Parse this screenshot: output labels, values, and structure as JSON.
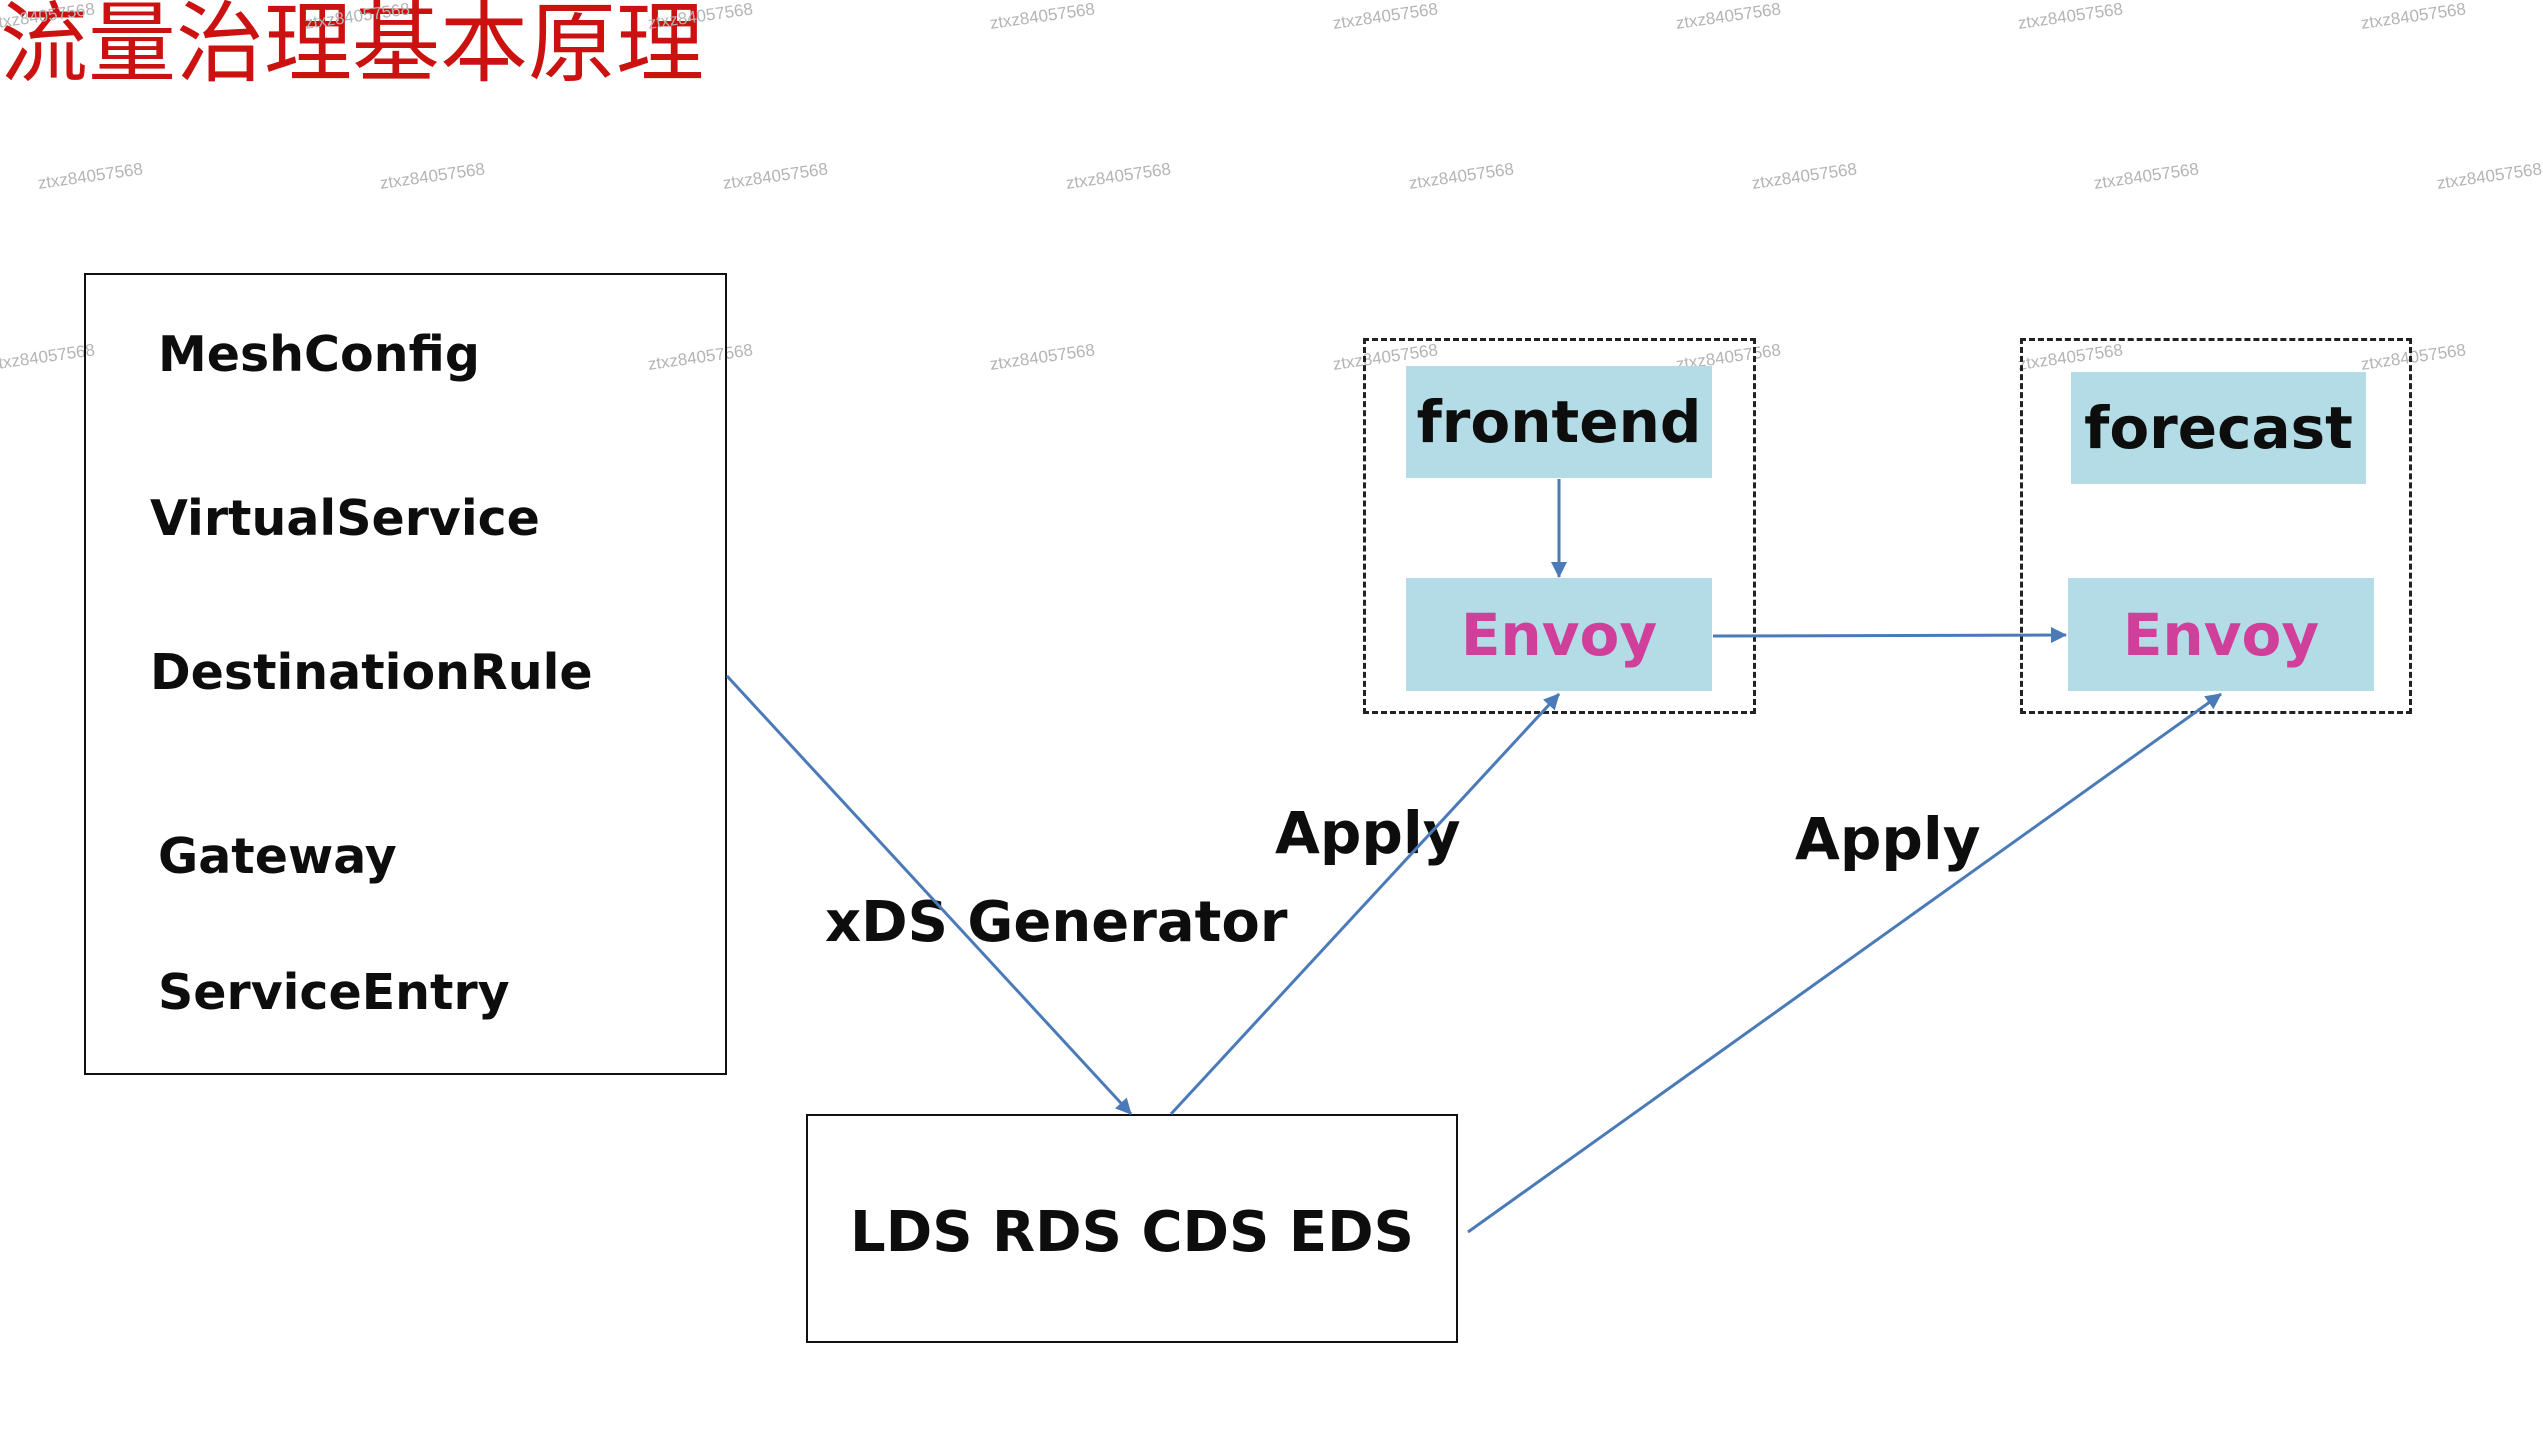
{
  "title": "流量治理基本原理",
  "watermark": "ztxz84057568",
  "config_resources": [
    "MeshConfig",
    "VirtualService",
    "DestinationRule",
    "Gateway",
    "ServiceEntry"
  ],
  "generator_label": "xDS Generator",
  "xds_box": "LDS RDS CDS EDS",
  "apply_label_1": "Apply",
  "apply_label_2": "Apply",
  "frontend_pod": {
    "service": "frontend",
    "proxy": "Envoy"
  },
  "forecast_pod": {
    "service": "forecast",
    "proxy": "Envoy"
  },
  "colors": {
    "title": "#cc1111",
    "proxy_text": "#d0409a",
    "cell_fill": "#b3dce6",
    "arrow": "#4a7ab8"
  }
}
